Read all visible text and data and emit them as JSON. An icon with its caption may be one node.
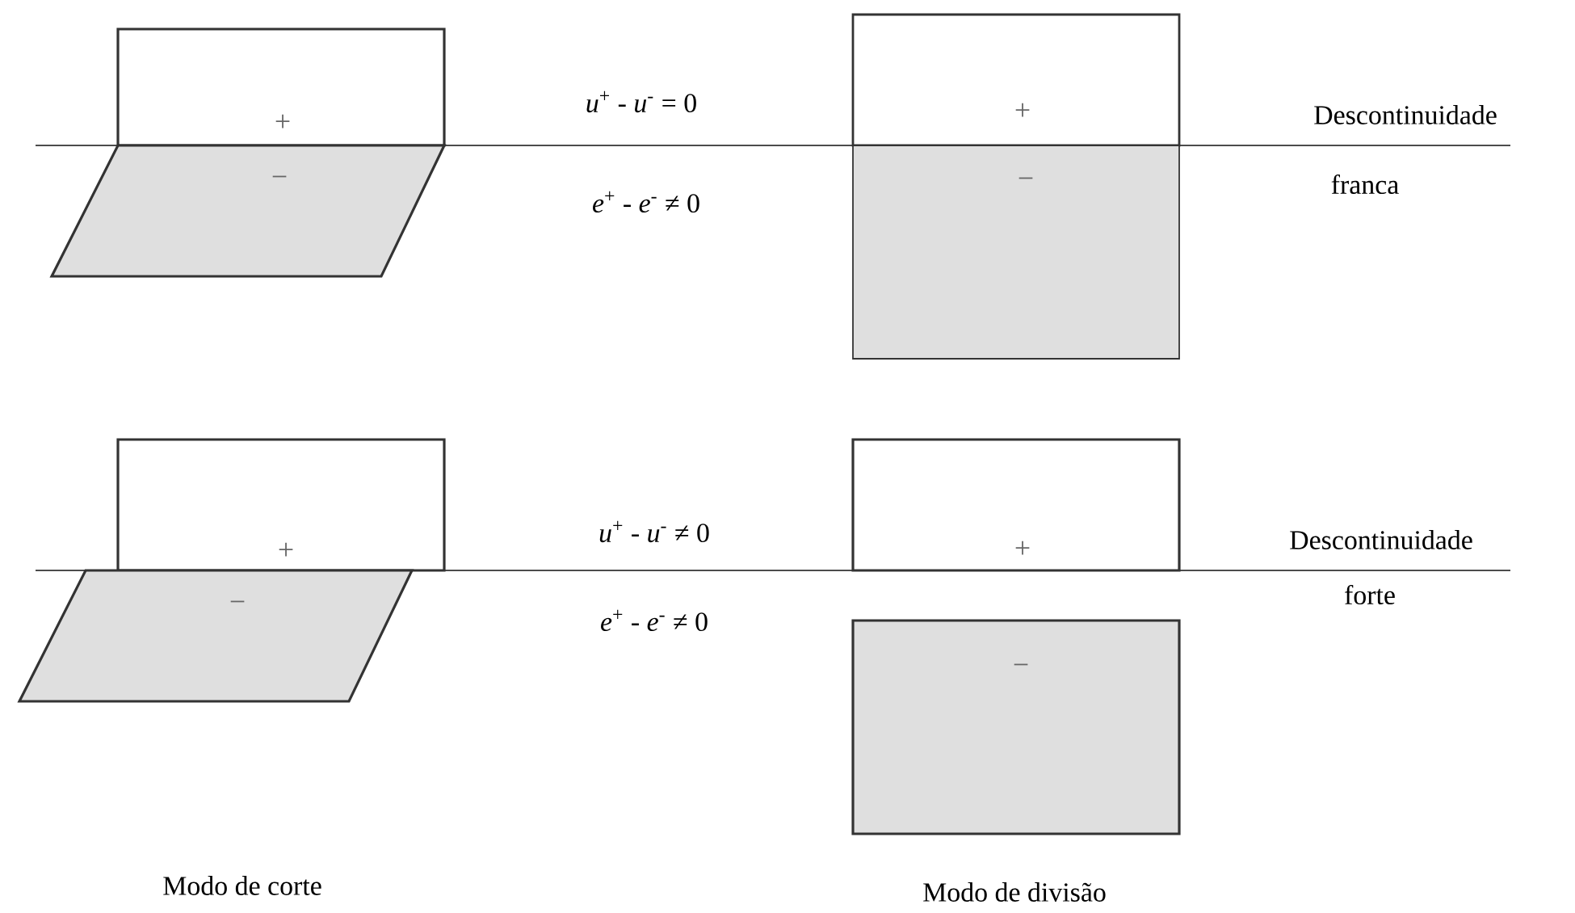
{
  "diagram": {
    "nodes": [
      {
        "text": [
          "+"
        ]
      },
      {
        "text": [
          "−"
        ]
      },
      {
        "text": [
          "+"
        ]
      },
      {
        "text": [
          "−"
        ]
      },
      {
        "text": [
          "+"
        ]
      },
      {
        "text": [
          "−"
        ]
      },
      {
        "text": [
          "+"
        ]
      },
      {
        "text": [
          "−"
        ]
      }
    ],
    "labels": [
      "*u*$^{+}$ - *u*$^{-}$ = 0",
      "*e*$^{+}$ - *e*$^{-}$ ≠ 0",
      "Descontinuidade",
      "franca",
      "*u*$^{+}$ - *u*$^{-}$ ≠ 0",
      "*e*$^{+}$ - *e*$^{-}$ ≠ 0",
      "Descontinuidade",
      "forte",
      "Modo de corte",
      "Modo de divisão"
    ]
  }
}
